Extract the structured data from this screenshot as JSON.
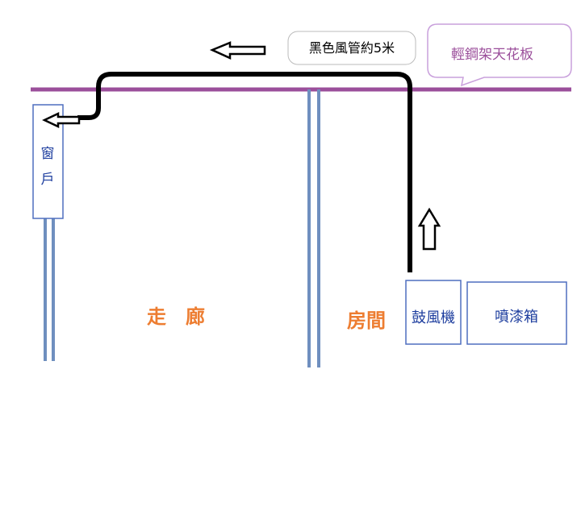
{
  "labels": {
    "duct": "黑色風管約5米",
    "ceiling": "輕鋼架天花板",
    "window_line1": "窗",
    "window_line2": "戶",
    "corridor": "走　廊",
    "room": "房間",
    "blower": "鼓風機",
    "spray_booth": "噴漆箱"
  },
  "colors": {
    "ceiling_line": "#9b4f9b",
    "ceiling_text": "#9b4f9b",
    "wall": "#6f8fbf",
    "duct": "#000000",
    "box_border": "#4f6fbf",
    "box_text": "#1f3f9f",
    "area_text": "#ed7d31",
    "callout_border": "#c9a0dc"
  }
}
